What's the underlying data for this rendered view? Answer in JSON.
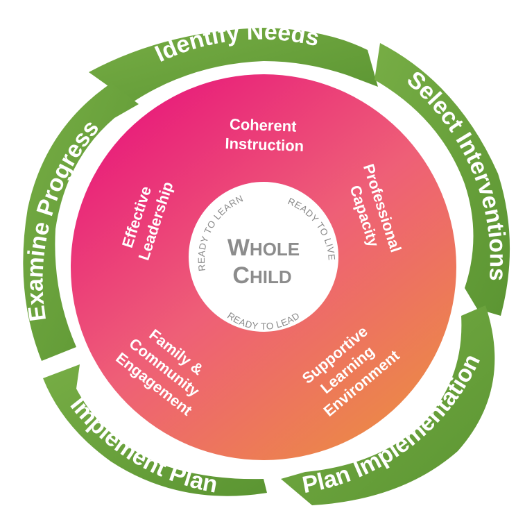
{
  "cycle_steps": [
    {
      "id": "identify",
      "label": "Identify Needs"
    },
    {
      "id": "select",
      "label": "Select Interventions"
    },
    {
      "id": "plan",
      "label": "Plan Implementation"
    },
    {
      "id": "implement",
      "label": "Implement Plan"
    },
    {
      "id": "examine",
      "label": "Examine Progress"
    }
  ],
  "sectors": [
    {
      "id": "coherent-instruction",
      "lines": [
        "Coherent",
        "Instruction"
      ]
    },
    {
      "id": "professional-capacity",
      "lines": [
        "Professional",
        "Capacity"
      ]
    },
    {
      "id": "supportive-learning-environment",
      "lines": [
        "Supportive",
        "Learning",
        "Environment"
      ]
    },
    {
      "id": "family-community-engagement",
      "lines": [
        "Family &",
        "Community",
        "Engagement"
      ]
    },
    {
      "id": "effective-leadership",
      "lines": [
        "Effective",
        "Leadership"
      ]
    }
  ],
  "center": {
    "title_line1_cap": "W",
    "title_line1_rest": "HOLE",
    "title_line2_cap": "C",
    "title_line2_rest": "HILD",
    "ring_labels": [
      "READY TO LEARN",
      "READY TO LIVE",
      "READY TO LEAD"
    ]
  },
  "colors": {
    "arrow_green": "#6aa13c",
    "arrow_green_dark": "#4f8a2a",
    "disc_pink": "#e8197a",
    "disc_orange": "#ec8a45",
    "center_fill": "#ffffff",
    "center_text": "#8c8c8c"
  }
}
